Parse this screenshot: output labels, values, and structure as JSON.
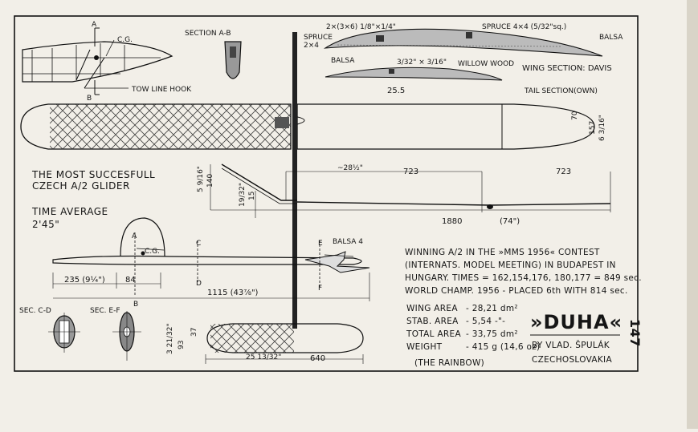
{
  "plate": {
    "page_number": "147",
    "labels": {
      "cg_top": "C.G.",
      "section_ab": "SECTION A-B",
      "tow_hook": "TOW LINE HOOK",
      "mark_a": "A",
      "mark_b": "B",
      "spruce_2x4": "SPRUCE\n2×4",
      "spar_top": "2×(3×6) 1/8\"×1/4\"",
      "spruce_4x4": "SPRUCE 4×4 (5/32\"sq.)",
      "balsa_right": "BALSA",
      "balsa_left": "BALSA",
      "willow": "WILLOW WOOD",
      "spar_tail": "3/32\" × 3/16\"",
      "wing_section": "WING SECTION: DAVIS",
      "dim_25_5": "25.5",
      "tail_section": "TAIL SECTION(OWN)",
      "dim_70": "70",
      "dim_157": "157",
      "dim_6_3_16": "6 3/16\"",
      "dim_5_9_16": "5 9/16\"",
      "dim_140": "140",
      "dim_19_32": "19/32\"",
      "dim_15": "15",
      "dim_28_half": "~28½\"",
      "dim_723_a": "723",
      "dim_723_b": "723",
      "dim_1880": "1880",
      "dim_74": "(74\")",
      "cg_side": "C.G.",
      "mark_c": "C",
      "mark_d": "D",
      "mark_e": "E",
      "mark_f": "F",
      "balsa_4": "BALSA 4",
      "dim_235": "235 (9¼\")",
      "dim_84": "84",
      "dim_1115": "1115 (43⅞\")",
      "sec_cd": "SEC. C-D",
      "sec_ef": "SEC. E-F",
      "dim_3_21_32": "3 21/32\"",
      "dim_93": "93",
      "dim_37": "37",
      "dim_25_13_32": "25 13/32\"",
      "dim_640": "640"
    },
    "left_text": {
      "line1": "THE MOST SUCCESFULL",
      "line2": "CZECH A/2 GLIDER",
      "time_label": "TIME AVERAGE",
      "time_value": "2'45\""
    },
    "contest": {
      "line1": "WINNING A/2 IN THE »MMS 1956« CONTEST",
      "line2": "(INTERNATS. MODEL MEETING) IN BUDAPEST IN",
      "line3": "HUNGARY. TIMES = 162,154,176, 180,177 = 849 sec.",
      "line4": "WORLD CHAMP. 1956 - PLACED 6th WITH 814 sec."
    },
    "specs": [
      {
        "label": "WING AREA",
        "value": "- 28,21 dm²"
      },
      {
        "label": "STAB. AREA",
        "value": "- 5,54 -\"-"
      },
      {
        "label": "TOTAL AREA",
        "value": "- 33,75 dm²"
      },
      {
        "label": "WEIGHT",
        "value": "- 415 g (14,6 oz)"
      }
    ],
    "nickname": "(THE RAINBOW)",
    "title": "»DUHA«",
    "author": "BY VLAD. ŠPULÁK",
    "country": "CZECHOSLOVAKIA"
  }
}
